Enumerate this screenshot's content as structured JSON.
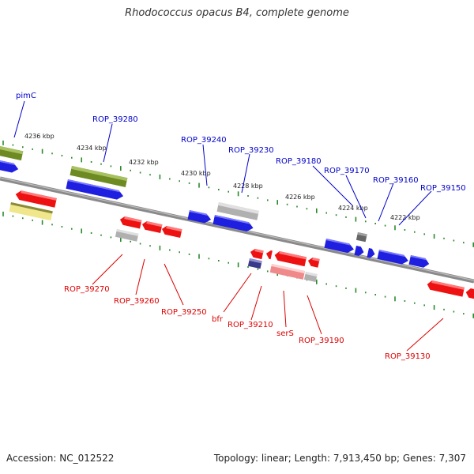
{
  "title": "Rhodococcus opacus B4, complete genome",
  "footer": {
    "accession": "Accession: NC_012522",
    "topology": "Topology: linear",
    "length": "Length: 7,913,450 bp",
    "genes": "Genes: 7,307"
  },
  "colors": {
    "forward_label": "#0000cc",
    "reverse_label": "#dd0000",
    "backbone": "#888888",
    "ticks": "#2a8a2a",
    "gene_blue": "#1f1fe0",
    "gene_red": "#ee1111",
    "gene_olive": "#6e8a22",
    "gene_grey": "#b0b0b0",
    "gene_yellow": "#f0e68c",
    "gene_pink": "#f08a8a",
    "gene_navy": "#3a3a8a",
    "gene_darkgrey": "#666666"
  },
  "scale": {
    "labels": [
      "4236 kbp",
      "4234 kbp",
      "4232 kbp",
      "4230 kbp",
      "4228 kbp",
      "4226 kbp",
      "4224 kbp",
      "4222 kbp"
    ]
  },
  "forward_labels": [
    "pimC",
    "ROP_39280",
    "ROP_39240",
    "ROP_39230",
    "ROP_39180",
    "ROP_39170",
    "ROP_39160",
    "ROP_39150"
  ],
  "reverse_labels": [
    "ROP_39270",
    "ROP_39260",
    "ROP_39250",
    "bfr",
    "ROP_39210",
    "serS",
    "ROP_39190",
    "ROP_39130"
  ]
}
